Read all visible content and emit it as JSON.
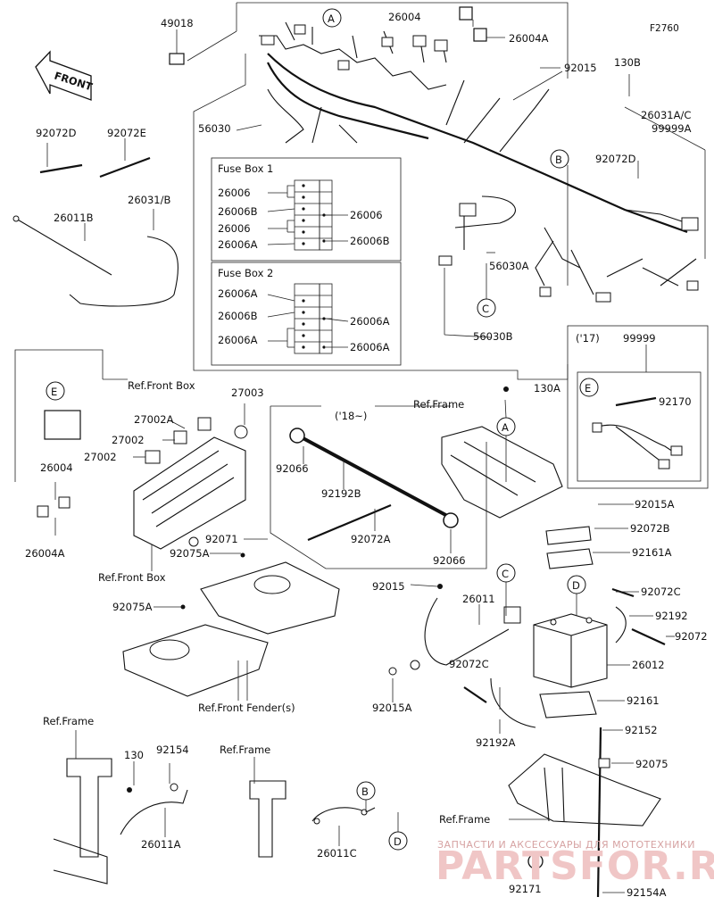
{
  "diagram_id": "F2760",
  "front_arrow": "FRONT",
  "fuse_box_1": {
    "title": "Fuse Box 1"
  },
  "fuse_box_2": {
    "title": "Fuse Box 2"
  },
  "year_17": "('17)",
  "year_18": "('18~)",
  "callouts": [
    "A",
    "B",
    "C",
    "D",
    "E"
  ],
  "labels": {
    "p49018": "49018",
    "p26004": "26004",
    "p26004A": "26004A",
    "p92015": "92015",
    "p130B": "130B",
    "p26031AC": "26031A/C",
    "p99999A": "99999A",
    "p92072D": "92072D",
    "p92072E": "92072E",
    "p26031B": "26031/B",
    "p26011B": "26011B",
    "p56030": "56030",
    "f1_26006": "26006",
    "f1_26006B": "26006B",
    "f1_26006_2": "26006",
    "f1_26006A": "26006A",
    "f1_r26006": "26006",
    "f1_r26006B": "26006B",
    "f2_26006A_1": "26006A",
    "f2_26006B": "26006B",
    "f2_26006A_2": "26006A",
    "f2_r26006A_1": "26006A",
    "f2_r26006A_2": "26006A",
    "p56030A": "56030A",
    "p56030B": "56030B",
    "p92072D_2": "92072D",
    "p99999": "99999",
    "p92170": "92170",
    "ref_front_box_1": "Ref.Front Box",
    "p27003": "27003",
    "p27002A": "27002A",
    "p27002_1": "27002",
    "p27002_2": "27002",
    "p26004_2": "26004",
    "p26004A_2": "26004A",
    "ref_front_box_2": "Ref.Front Box",
    "p92066_1": "92066",
    "p92192B": "92192B",
    "p92072A": "92072A",
    "p92066_2": "92066",
    "p92071": "92071",
    "p92075A_1": "92075A",
    "p92075A_2": "92075A",
    "ref_front_fenders": "Ref.Front Fender(s)",
    "ref_frame_1": "Ref.Frame",
    "p130A": "130A",
    "p92015A_1": "92015A",
    "p92072B": "92072B",
    "p92161A": "92161A",
    "p92072C_1": "92072C",
    "p92192": "92192",
    "p92072": "92072",
    "p26012": "26012",
    "p92161": "92161",
    "p92015_2": "92015",
    "p26011": "26011",
    "p92072C_2": "92072C",
    "p92015A_2": "92015A",
    "p92192A": "92192A",
    "p92152": "92152",
    "p92075": "92075",
    "ref_frame_2": "Ref.Frame",
    "p92171": "92171",
    "p92154A": "92154A",
    "ref_frame_3": "Ref.Frame",
    "p130": "130",
    "p92154": "92154",
    "p26011A": "26011A",
    "ref_frame_4": "Ref.Frame",
    "p26011C": "26011C"
  },
  "watermark": {
    "line1": "ЗАПЧАСТИ И АКСЕССУАРЫ ДЛЯ МОТОТЕХНИКИ",
    "line2": "PARTSFOR.RU"
  }
}
